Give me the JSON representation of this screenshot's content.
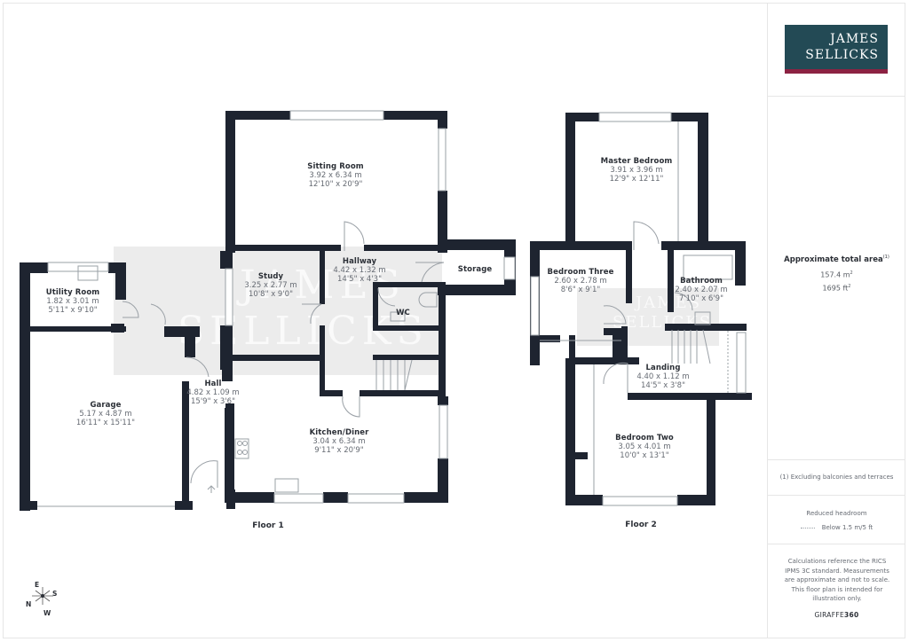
{
  "branding": {
    "logo_line1": "JAMES",
    "logo_line2": "SELLICKS",
    "logo_bg_color": "#234a55",
    "logo_stripe_color": "#8c2242",
    "watermark_line1": "JAMES",
    "watermark_line2": "SELLICKS"
  },
  "summary": {
    "area_title": "Approximate total area",
    "area_footnote_marker": "(1)",
    "area_m2": "157.4 m",
    "area_ft2": "1695 ft",
    "sup": "2",
    "footnote": "(1) Excluding balconies and terraces",
    "headroom_title": "Reduced headroom",
    "headroom_legend": "Below 1.5 m/5 ft",
    "disclaimer": "Calculations reference the RICS IPMS 3C standard. Measurements are approximate and not to scale. This floor plan is intended for illustration only.",
    "brand_light": "GIRAFFE",
    "brand_bold": "360"
  },
  "floors": [
    {
      "label": "Floor 1",
      "rooms": [
        {
          "name": "Sitting Room",
          "metric": "3.92 x 6.34 m",
          "imperial": "12'10\" x 20'9\""
        },
        {
          "name": "Study",
          "metric": "3.25 x 2.77 m",
          "imperial": "10'8\" x 9'0\""
        },
        {
          "name": "Hallway",
          "metric": "4.42 x 1.32 m",
          "imperial": "14'5\" x 4'3\""
        },
        {
          "name": "Storage",
          "metric": "",
          "imperial": ""
        },
        {
          "name": "WC",
          "metric": "",
          "imperial": ""
        },
        {
          "name": "Utility Room",
          "metric": "1.82 x 3.01 m",
          "imperial": "5'11\" x 9'10\""
        },
        {
          "name": "Garage",
          "metric": "5.17 x 4.87 m",
          "imperial": "16'11\" x 15'11\""
        },
        {
          "name": "Hall",
          "metric": "4.82 x 1.09 m",
          "imperial": "15'9\" x 3'6\""
        },
        {
          "name": "Kitchen/Diner",
          "metric": "3.04 x 6.34 m",
          "imperial": "9'11\" x 20'9\""
        }
      ]
    },
    {
      "label": "Floor 2",
      "rooms": [
        {
          "name": "Master Bedroom",
          "metric": "3.91 x 3.96 m",
          "imperial": "12'9\" x 12'11\""
        },
        {
          "name": "Bedroom Three",
          "metric": "2.60 x 2.78 m",
          "imperial": "8'6\" x 9'1\""
        },
        {
          "name": "Bathroom",
          "metric": "2.40 x 2.07 m",
          "imperial": "7'10\" x 6'9\""
        },
        {
          "name": "Landing",
          "metric": "4.40 x 1.12 m",
          "imperial": "14'5\" x 3'8\""
        },
        {
          "name": "Bedroom Two",
          "metric": "3.05 x 4.01 m",
          "imperial": "10'0\" x 13'1\""
        }
      ]
    }
  ],
  "compass": {
    "N": "N",
    "E": "E",
    "S": "S",
    "W": "W",
    "icon": "compass-rose-icon"
  },
  "colors": {
    "wall": "#1e2430",
    "window": "#ffffff",
    "text_dark": "#2b2f36",
    "text_dim": "#666b73"
  }
}
